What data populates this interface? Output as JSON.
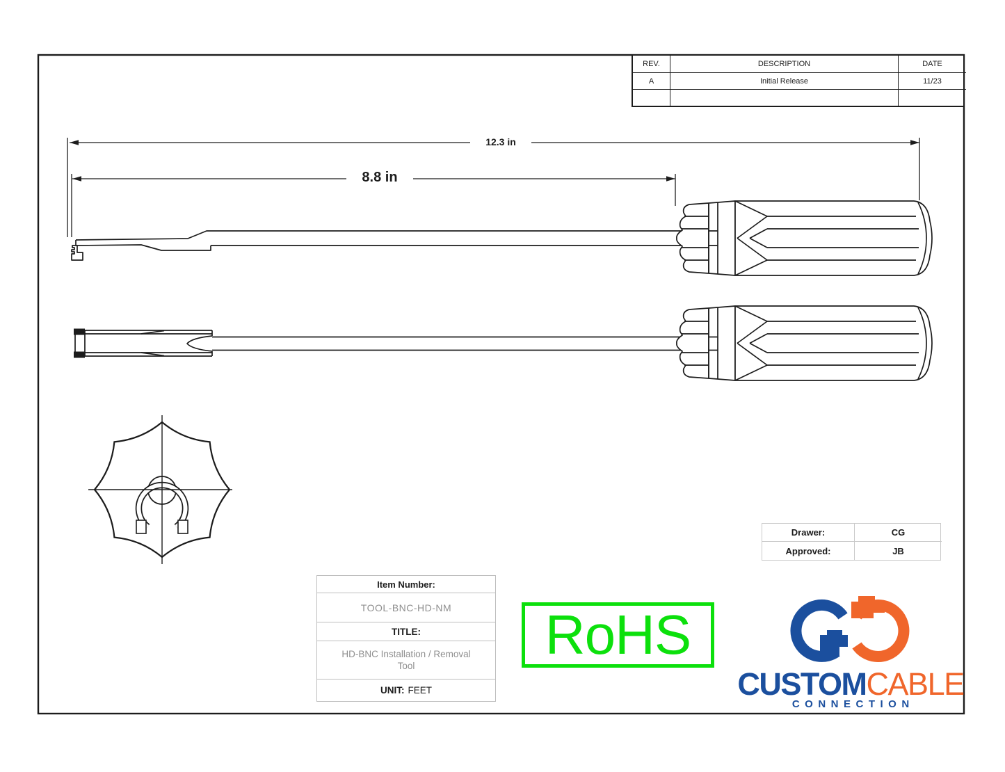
{
  "rev_table": {
    "headers": {
      "rev": "REV.",
      "description": "DESCRIPTION",
      "date": "DATE"
    },
    "rows": [
      {
        "rev": "A",
        "description": "Initial Release",
        "date": "11/23"
      },
      {
        "rev": "",
        "description": "",
        "date": ""
      }
    ]
  },
  "dimensions": {
    "overall": "12.3 in",
    "shaft": "8.8 in"
  },
  "approval": {
    "drawer_label": "Drawer:",
    "drawer_value": "CG",
    "approved_label": "Approved:",
    "approved_value": "JB"
  },
  "item_block": {
    "item_number_label": "Item Number:",
    "item_number": "TOOL-BNC-HD-NM",
    "title_label": "TITLE:",
    "title": "HD-BNC Installation / Removal Tool",
    "unit_label": "UNIT:",
    "unit_value": "FEET"
  },
  "rohs": {
    "label": "RoHS"
  },
  "logo": {
    "custom": "CUSTOM",
    "cable": "CABLE",
    "connection": "CONNECTION"
  },
  "colors": {
    "rohs_green": "#0ce00c",
    "logo_blue": "#1b4f9e",
    "logo_orange": "#f0662b",
    "line": "#1c1c1c",
    "gray_text": "#8f8f8f",
    "table_border": "#bdbdbd"
  }
}
